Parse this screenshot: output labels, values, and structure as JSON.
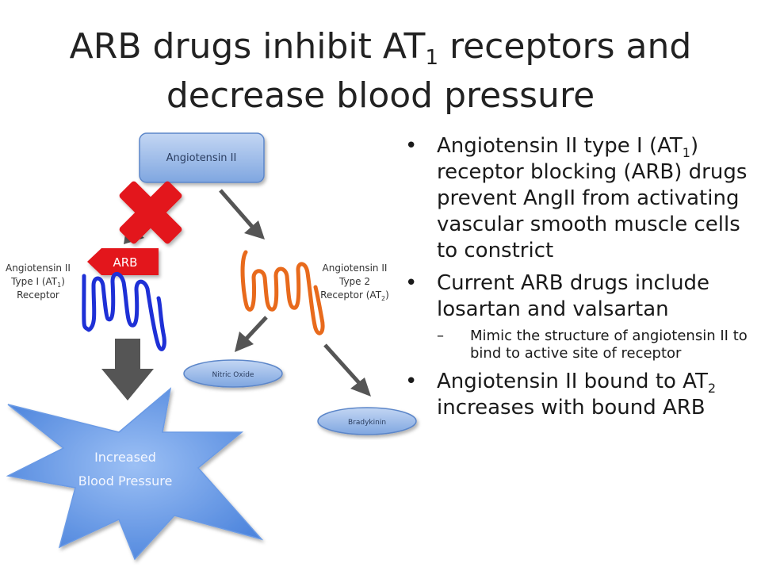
{
  "title": {
    "line1_pre": "ARB drugs inhibit AT",
    "line1_sub": "1",
    "line1_post": " receptors and",
    "line2": "decrease blood pressure"
  },
  "diagram": {
    "angiotensin_ii": "Angiotensin II",
    "arb_tag": "ARB",
    "nitric_oxide": "Nitric Oxide",
    "bradykinin": "Bradykinin",
    "burst_line1": "Increased",
    "burst_line2": "Blood Pressure",
    "at1_label": {
      "line1": "Angiotensin II",
      "line2_pre": "Type I (AT",
      "line2_sub": "1",
      "line2_post": ")",
      "line3": "Receptor"
    },
    "at2_label": {
      "line1": "Angiotensin II",
      "line2": "Type 2",
      "line3_pre": "Receptor (AT",
      "line3_sub": "2",
      "line3_post": ")"
    },
    "colors": {
      "node_fill": "#8fb3e6",
      "node_stroke": "#5b86c9",
      "cross": "#e3171d",
      "arb_tag": "#e3171d",
      "at1_receptor": "#1e30d6",
      "at2_receptor": "#e86a1c",
      "arrow": "#555555",
      "burst": "#6fa0e8"
    }
  },
  "bullets": {
    "b1_pre": "Angiotensin II type I (AT",
    "b1_sub": "1",
    "b1_post": ") receptor blocking (ARB) drugs prevent AngII from activating vascular smooth muscle cells to constrict",
    "b2": "Current ARB drugs include losartan and valsartan",
    "b2_sub1": "Mimic the structure of angiotensin II to bind to active site of receptor",
    "b3_pre": "Angiotensin II bound to AT",
    "b3_sub": "2",
    "b3_post": " increases with bound ARB"
  }
}
